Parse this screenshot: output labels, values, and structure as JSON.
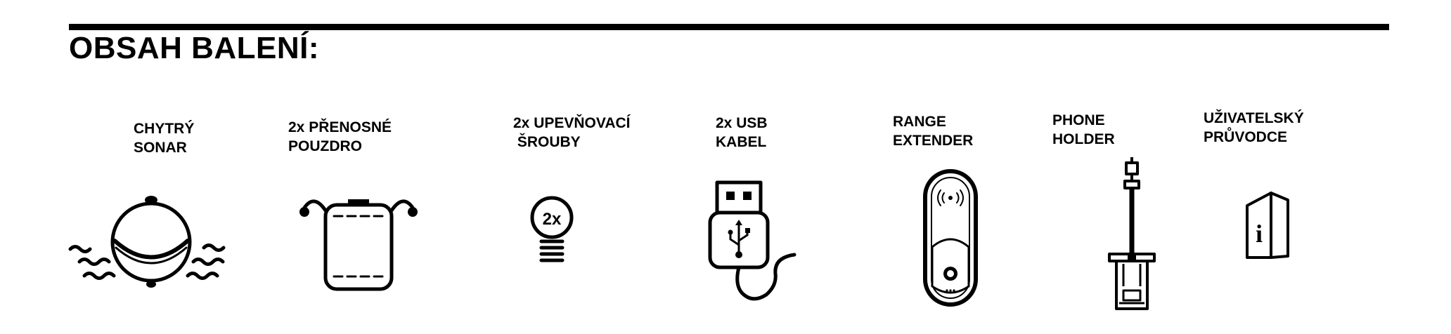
{
  "page": {
    "title": "OBSAH BALENÍ:"
  },
  "items": [
    {
      "label": "CHYTRÝ\nSONAR",
      "icon": "sonar-ball-waves-icon"
    },
    {
      "label": "2x PŘENOSNÉ\nPOUZDRO",
      "icon": "carry-pouch-icon"
    },
    {
      "label": "2x UPEVŇOVACÍ\n ŠROUBY",
      "icon": "screw-2x-icon"
    },
    {
      "label": "2x USB\nKABEL",
      "icon": "usb-cable-icon"
    },
    {
      "label": "RANGE\nEXTENDER",
      "icon": "range-extender-icon"
    },
    {
      "label": "PHONE\nHOLDER",
      "icon": "phone-holder-icon"
    },
    {
      "label": "UŽIVATELSKÝ\nPRŮVODCE",
      "icon": "user-guide-icon"
    }
  ],
  "screw_badge": "2x",
  "guide_glyph": "i"
}
